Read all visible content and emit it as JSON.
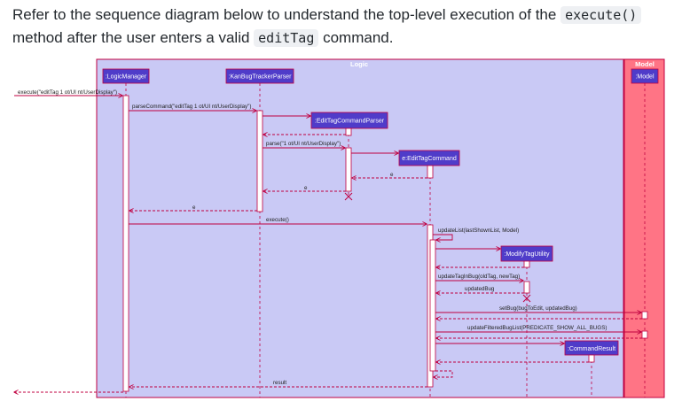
{
  "intro": {
    "part1": "Refer to the sequence diagram below to understand the top-level execution of the ",
    "code1": "execute()",
    "part2": " method after the user enters a valid ",
    "code2": "editTag",
    "part3": " command."
  },
  "diagram": {
    "frames": {
      "logic": "Logic",
      "model": "Model"
    },
    "participants": {
      "logic_manager": ":LogicManager",
      "parser": ":KanBugTrackerParser",
      "edit_tag_parser": ":EditTagCommandParser",
      "edit_tag_command": "e:EditTagCommand",
      "modify_tag_utility": ":ModifyTagUtility",
      "command_result": ":CommandResult",
      "model": ":Model"
    },
    "messages": {
      "execute_call": "execute(\"editTag 1 ot/UI nt/UserDisplay\")",
      "parse_command": "parseCommand(\"editTag 1 ot/UI nt/UserDisplay\")",
      "parse": "parse(\"1 ot/UI nt/UserDisplay\")",
      "return_e_1": "e",
      "return_e_2": "e",
      "return_e_3": "e",
      "execute": "execute()",
      "update_list": "updateList(lastShownList, Model)",
      "update_tag_in_bug": "updateTagInBug(oldTag, newTag)",
      "updated_bug": "updatedBug",
      "set_bug": "setBug(bugToEdit, updatedBug)",
      "update_filtered": "updateFilteredBugList(PREDICATE_SHOW_ALL_BUGS)",
      "result": "result"
    }
  },
  "colors": {
    "logic_frame": "#c9c9f5",
    "model_frame": "#ff7485",
    "participant_box": "#4f3cc9",
    "arrow": "#c00040"
  }
}
